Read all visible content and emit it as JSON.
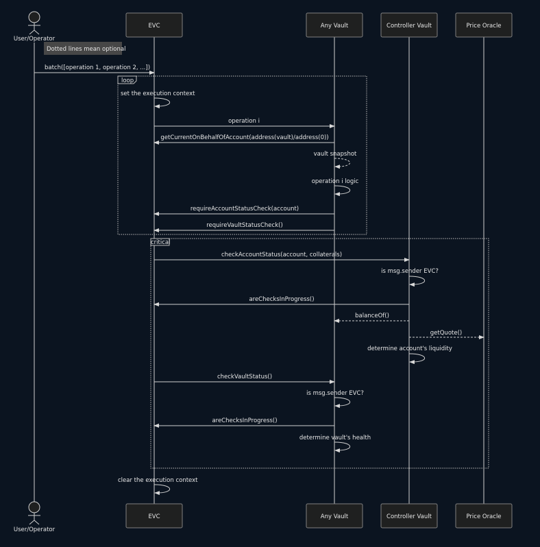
{
  "participants": [
    {
      "id": "user",
      "label": "User/Operator",
      "kind": "actor"
    },
    {
      "id": "evc",
      "label": "EVC",
      "kind": "box"
    },
    {
      "id": "anyvault",
      "label": "Any Vault",
      "kind": "box"
    },
    {
      "id": "controller",
      "label": "Controller Vault",
      "kind": "box"
    },
    {
      "id": "oracle",
      "label": "Price Oracle",
      "kind": "box"
    }
  ],
  "note": "Dotted lines mean optional",
  "frames": [
    {
      "id": "loop",
      "label": "loop"
    },
    {
      "id": "critical",
      "label": "critical"
    }
  ],
  "messages": [
    {
      "from": "user",
      "to": "evc",
      "label": "batch([operation 1, operation 2, ...])",
      "style": "solid"
    },
    {
      "from": "evc",
      "to": "evc",
      "label": "set the execution context",
      "style": "solid"
    },
    {
      "from": "evc",
      "to": "anyvault",
      "label": "operation i",
      "style": "solid"
    },
    {
      "from": "anyvault",
      "to": "evc",
      "label": "getCurrentOnBehalfOfAccount(address(vault)/address(0))",
      "style": "solid"
    },
    {
      "from": "anyvault",
      "to": "anyvault",
      "label": "vault snapshot",
      "style": "dotted"
    },
    {
      "from": "anyvault",
      "to": "anyvault",
      "label": "operation i logic",
      "style": "solid"
    },
    {
      "from": "anyvault",
      "to": "evc",
      "label": "requireAccountStatusCheck(account)",
      "style": "solid"
    },
    {
      "from": "anyvault",
      "to": "evc",
      "label": "requireVaultStatusCheck()",
      "style": "solid"
    },
    {
      "from": "evc",
      "to": "controller",
      "label": "checkAccountStatus(account, collaterals)",
      "style": "solid"
    },
    {
      "from": "controller",
      "to": "controller",
      "label": "is msg.sender EVC?",
      "style": "solid"
    },
    {
      "from": "controller",
      "to": "evc",
      "label": "areChecksInProgress()",
      "style": "solid"
    },
    {
      "from": "controller",
      "to": "anyvault",
      "label": "balanceOf()",
      "style": "dotted"
    },
    {
      "from": "controller",
      "to": "oracle",
      "label": "getQuote()",
      "style": "dotted"
    },
    {
      "from": "controller",
      "to": "controller",
      "label": "determine account's liquidity",
      "style": "solid"
    },
    {
      "from": "evc",
      "to": "anyvault",
      "label": "checkVaultStatus()",
      "style": "solid"
    },
    {
      "from": "anyvault",
      "to": "anyvault",
      "label": "is msg.sender EVC?",
      "style": "solid"
    },
    {
      "from": "anyvault",
      "to": "evc",
      "label": "areChecksInProgress()",
      "style": "solid"
    },
    {
      "from": "anyvault",
      "to": "anyvault",
      "label": "determine vault's health",
      "style": "solid"
    },
    {
      "from": "evc",
      "to": "evc",
      "label": "clear the execution context",
      "style": "solid"
    }
  ]
}
